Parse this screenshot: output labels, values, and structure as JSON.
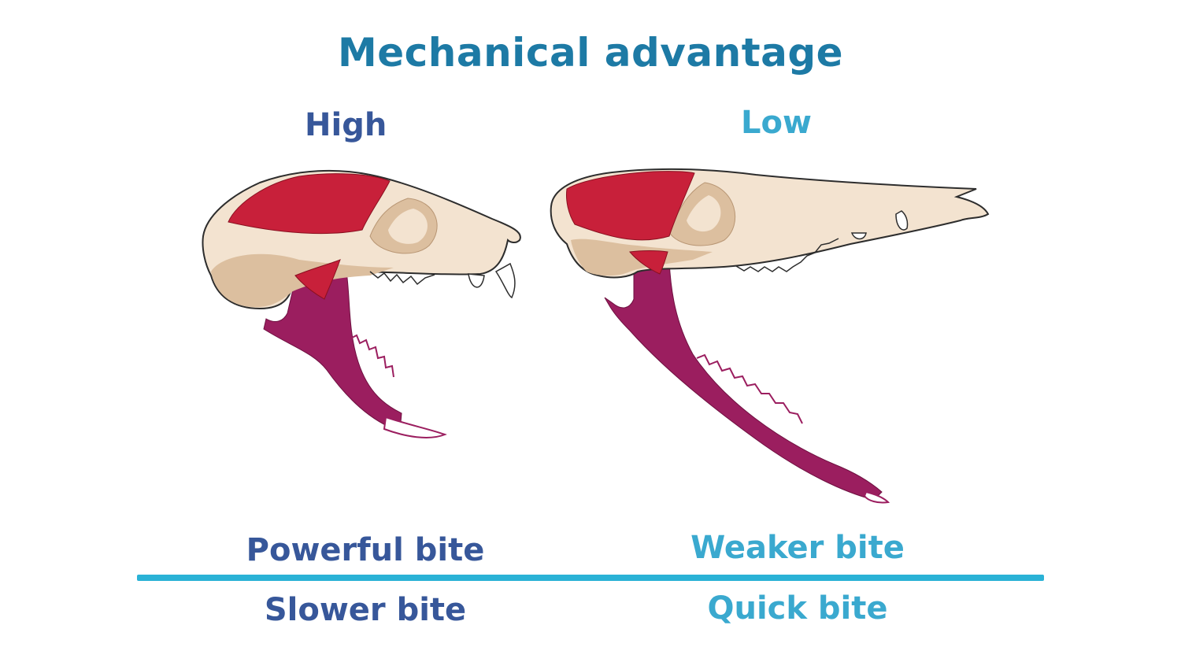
{
  "title": "Mechanical advantage",
  "columns": [
    {
      "heading": "High",
      "top_label": "Powerful bite",
      "bottom_label": "Slower bite"
    },
    {
      "heading": "Low",
      "top_label": "Weaker bite",
      "bottom_label": "Quick bite"
    }
  ],
  "colors": {
    "title": "#1d7aa5",
    "dark_text": "#37579a",
    "light_text": "#3aa9cf",
    "divider": "#2ab2d6",
    "bone": "#f3e3d0",
    "bone_shade": "#d9b99a",
    "muscle": "#c8203a",
    "jaw": "#9b1e5f"
  }
}
